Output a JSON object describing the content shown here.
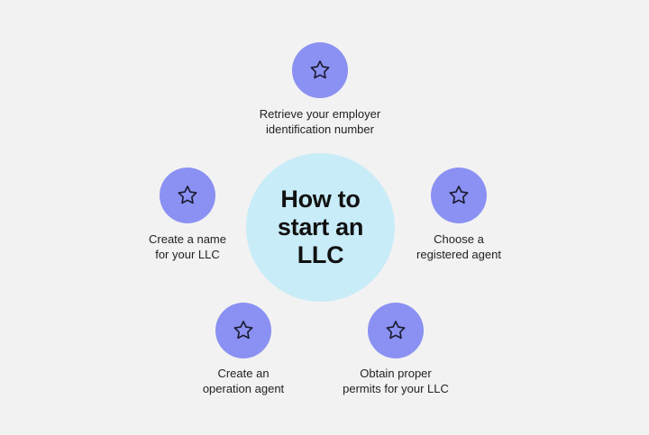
{
  "center": {
    "title": "How to\nstart an\nLLC"
  },
  "steps": [
    {
      "label": "Retrieve your employer\nidentification number",
      "icon": "star-icon"
    },
    {
      "label": "Choose a\nregistered agent",
      "icon": "star-icon"
    },
    {
      "label": "Obtain proper\npermits for your LLC",
      "icon": "star-icon"
    },
    {
      "label": "Create an\noperation agent",
      "icon": "star-icon"
    },
    {
      "label": "Create a name\nfor your LLC",
      "icon": "star-icon"
    }
  ],
  "colors": {
    "background": "#f2f2f2",
    "center_fill": "#c8ecf8",
    "node_fill": "#8a91f2",
    "icon_stroke": "#1a1a2e",
    "text": "#222222"
  }
}
